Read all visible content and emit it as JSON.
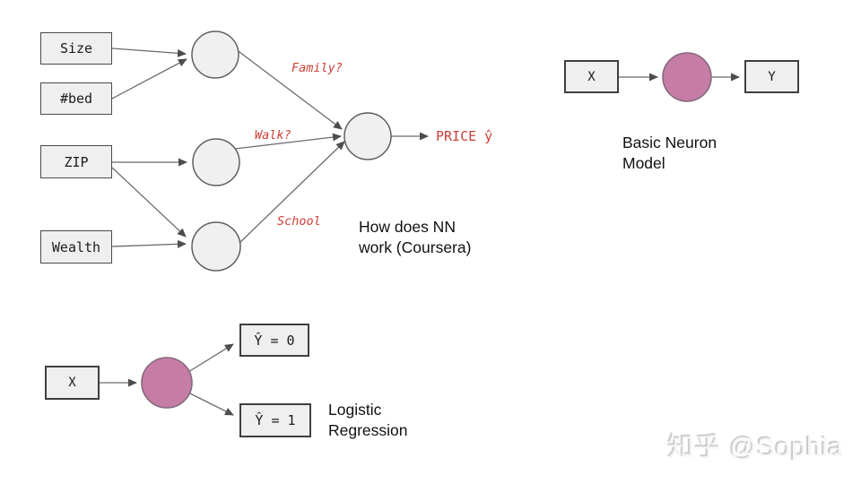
{
  "colors": {
    "box_fill": "#efefef",
    "box_border": "#3f3f3f",
    "node_fill": "#f0f0f0",
    "node_border": "#5f5f5f",
    "neuron_fill": "#c57da6",
    "neuron_border": "#86687c",
    "wire": "#6b6b6b",
    "red_label": "#cc4038",
    "caption_text": "#111111",
    "watermark_gray": "#c6c6c6"
  },
  "nn": {
    "inputs": [
      "Size",
      "#bed",
      "ZIP",
      "Wealth"
    ],
    "label_family": "Family?",
    "label_walk": "Walk?",
    "label_school": "School",
    "label_price": "PRICE ŷ",
    "caption": "How does NN\nwork (Coursera)"
  },
  "basic_neuron": {
    "input": "X",
    "output": "Y",
    "caption": "Basic Neuron\nModel"
  },
  "logistic": {
    "input": "X",
    "output_zero": "Ŷ = 0",
    "output_one": "Ŷ = 1",
    "caption": "Logistic\nRegression"
  },
  "watermark": "知乎 @Sophia"
}
